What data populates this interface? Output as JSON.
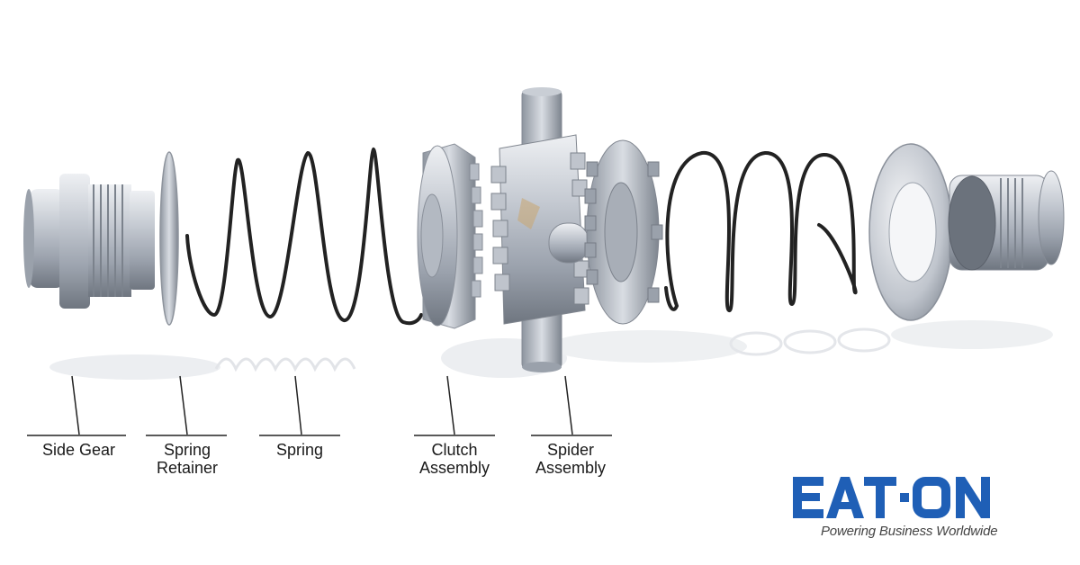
{
  "labels": {
    "side_gear": "Side Gear",
    "spring_retainer": [
      "Spring",
      "Retainer"
    ],
    "spring": "Spring",
    "clutch_assembly": [
      "Clutch",
      "Assembly"
    ],
    "spider_assembly": [
      "Spider",
      "Assembly"
    ]
  },
  "brand": {
    "name": "EATON",
    "tagline": "Powering Business Worldwide",
    "color": "#1f5fb6"
  },
  "colors": {
    "metal_light": "#d4d8de",
    "metal_mid": "#a9afb9",
    "metal_dark": "#7d838d",
    "spring": "#2a2a2a"
  }
}
